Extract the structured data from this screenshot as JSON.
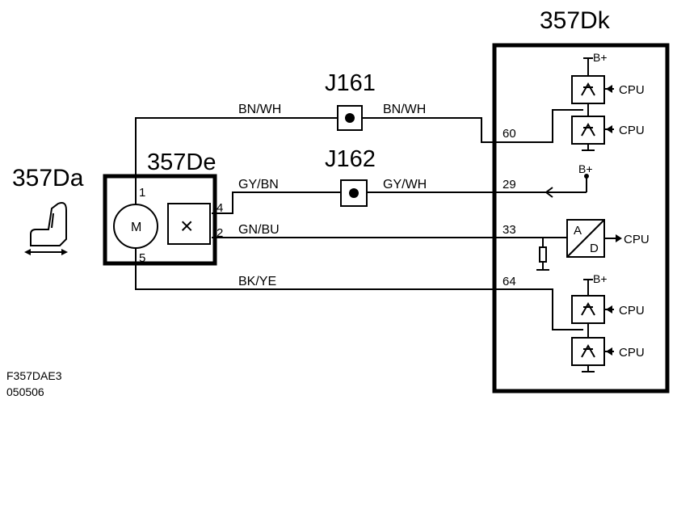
{
  "labels": {
    "control_module": "357Dk",
    "seat_component": "357Da",
    "motor_unit": "357De",
    "junction_1": "J161",
    "junction_2": "J162",
    "figure_code": "F357DAE3",
    "figure_date": "050506"
  },
  "motor_unit": {
    "motor_symbol": "M",
    "sensor_symbol": "×",
    "pins": [
      "1",
      "4",
      "2",
      "5"
    ]
  },
  "wires": [
    {
      "left_color": "BN/WH",
      "right_color": "BN/WH",
      "module_pin": "60"
    },
    {
      "left_color": "GY/BN",
      "right_color": "GY/WH",
      "module_pin": "29"
    },
    {
      "left_color": "GN/BU",
      "module_pin": "33"
    },
    {
      "left_color": "BK/YE",
      "module_pin": "64"
    }
  ],
  "module": {
    "supply_label": "B+",
    "cpu_label": "CPU",
    "adc_a": "A",
    "adc_d": "D"
  }
}
